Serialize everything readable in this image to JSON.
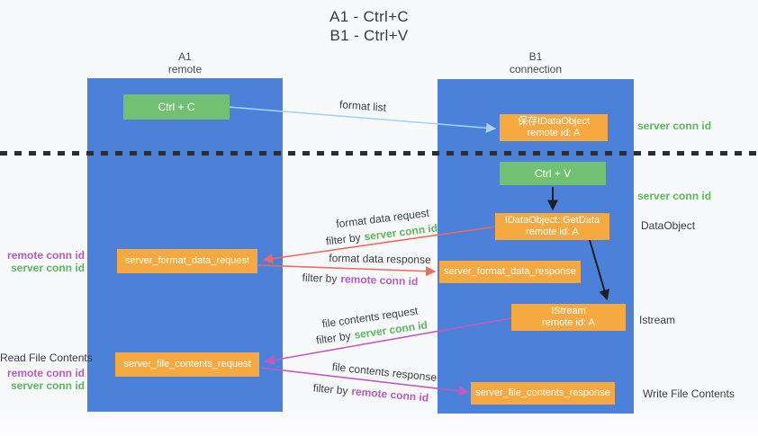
{
  "title": {
    "line1": "A1 - Ctrl+C",
    "line2": "B1 - Ctrl+V"
  },
  "columns": {
    "left": {
      "name": "A1",
      "subtitle": "remote"
    },
    "right": {
      "name": "B1",
      "subtitle": "connection"
    }
  },
  "nodes": {
    "ctrl_c": {
      "label": "Ctrl + C"
    },
    "save_idataobject": {
      "line1": "保存IDataObject",
      "line2": "remote id: A"
    },
    "ctrl_v": {
      "label": "Ctrl + V"
    },
    "getdata": {
      "line1": "IDataObject::GetData",
      "line2": "remote id: A"
    },
    "server_format_data_request": {
      "label": "server_format_data_request"
    },
    "server_format_data_response": {
      "label": "server_format_data_response"
    },
    "istream": {
      "line1": "IStream",
      "line2": "remote id: A"
    },
    "server_file_contents_request": {
      "label": "server_file_contents_request"
    },
    "server_file_contents_response": {
      "label": "server_file_contents_response"
    }
  },
  "side_labels": {
    "server_conn_id_top": "server conn id",
    "server_conn_id_mid": "server conn id",
    "dataobject": "DataObject",
    "istream": "Istream",
    "write_file_contents": "Write File Contents",
    "read_file_contents": "Read File Contents",
    "format_remote_conn_id": "remote conn id",
    "format_server_conn_id": "server conn id",
    "file_remote_conn_id": "remote conn id",
    "file_server_conn_id": "server conn id"
  },
  "edge_labels": {
    "format_list": "format list",
    "format_data_request": "format data request",
    "format_data_response": "format data response",
    "file_contents_request": "file contents request",
    "file_contents_response": "file contents response",
    "filter_by": "filter by",
    "server_conn_id": "server conn id",
    "remote_conn_id": "remote conn id"
  },
  "colors": {
    "column_blue": "#4b81d9",
    "box_green": "#72c072",
    "box_orange": "#f7a941",
    "green_text": "#5cb75e",
    "purple_text": "#ba5bc6",
    "arrow_red": "#ec6a60",
    "arrow_purple": "#c558c0",
    "arrow_light_blue": "#a6d4ee",
    "arrow_black": "#1f1f1f"
  }
}
